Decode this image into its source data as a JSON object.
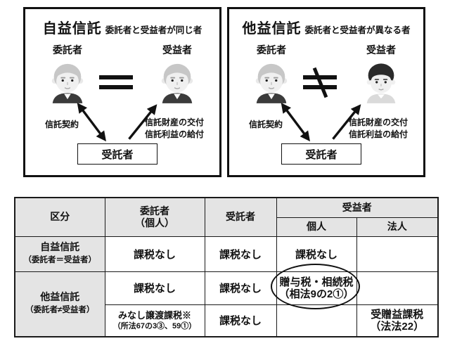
{
  "panels": [
    {
      "title": "自益信託",
      "subtitle": "委託者と受益者が同じ者",
      "settlor_label": "委託者",
      "beneficiary_label": "受益者",
      "relation_symbol": "＝",
      "contract_label": "信託契約",
      "delivery_line1": "信託財産の交付",
      "delivery_line2": "信託利益の給付",
      "trustee_label": "受託者"
    },
    {
      "title": "他益信託",
      "subtitle": "委託者と受益者が異なる者",
      "settlor_label": "委託者",
      "beneficiary_label": "受益者",
      "relation_symbol": "≠",
      "contract_label": "信託契約",
      "delivery_line1": "信託財産の交付",
      "delivery_line2": "信託利益の給付",
      "trustee_label": "受託者"
    }
  ],
  "table": {
    "header": {
      "category": "区分",
      "settlor_line1": "委託者",
      "settlor_line2": "（個人）",
      "trustee": "受託者",
      "beneficiary": "受益者",
      "individual": "個人",
      "corporate": "法人"
    },
    "row_jieki": {
      "label": "自益信託",
      "sublabel": "（委託者＝受益者）",
      "settlor": "課税なし",
      "trustee": "課税なし",
      "beneficiary_individual": "課税なし"
    },
    "row_taeki": {
      "label": "他益信託",
      "sublabel": "（委託者≠受益者）",
      "upper": {
        "settlor": "課税なし",
        "trustee": "課税なし",
        "beneficiary_individual_line1": "贈与税・相続税",
        "beneficiary_individual_line2": "（相法9の2①）"
      },
      "lower": {
        "settlor_line1": "みなし譲渡課税※",
        "settlor_line2": "（所法67の3③、59①）",
        "trustee": "課税なし",
        "beneficiary_corporate_line1": "受贈益課税",
        "beneficiary_corporate_line2": "（法法22）"
      }
    }
  },
  "colors": {
    "line": "#111111",
    "header_fill": "#e4e4e4",
    "highlight": "#111111"
  }
}
